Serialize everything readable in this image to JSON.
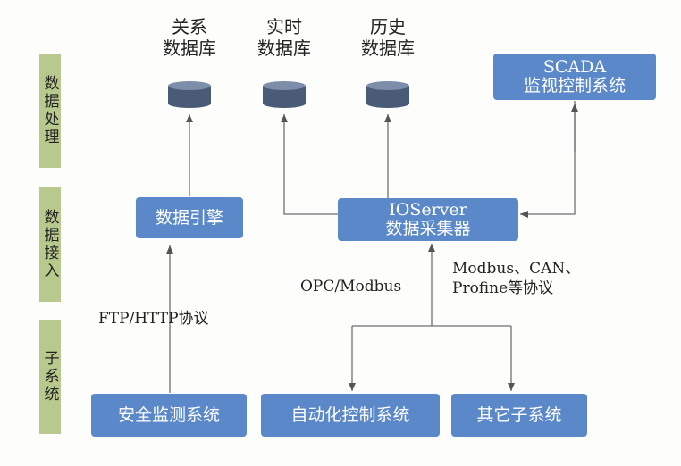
{
  "layers": {
    "processing": "数据处理",
    "access": "数据接入",
    "subsystem": "子系统"
  },
  "databases": {
    "relational": {
      "line1": "关系",
      "line2": "数据库"
    },
    "realtime": {
      "line1": "实时",
      "line2": "数据库"
    },
    "history": {
      "line1": "历史",
      "line2": "数据库"
    }
  },
  "boxes": {
    "scada": {
      "line1": "SCADA",
      "line2": "监视控制系统"
    },
    "engine": "数据引擎",
    "ioserver": {
      "line1": "IOServer",
      "line2": "数据采集器"
    },
    "safety": "安全监测系统",
    "automation": "自动化控制系统",
    "other": "其它子系统"
  },
  "labels": {
    "ftp": "FTP/HTTP协议",
    "opc": "OPC/Modbus",
    "modbus_line1": "Modbus、CAN、",
    "modbus_line2": "Profine等协议"
  },
  "colors": {
    "box": "#5b88c9",
    "layer": "#b7c98d",
    "db": "#4a5b78",
    "line": "#707070"
  }
}
